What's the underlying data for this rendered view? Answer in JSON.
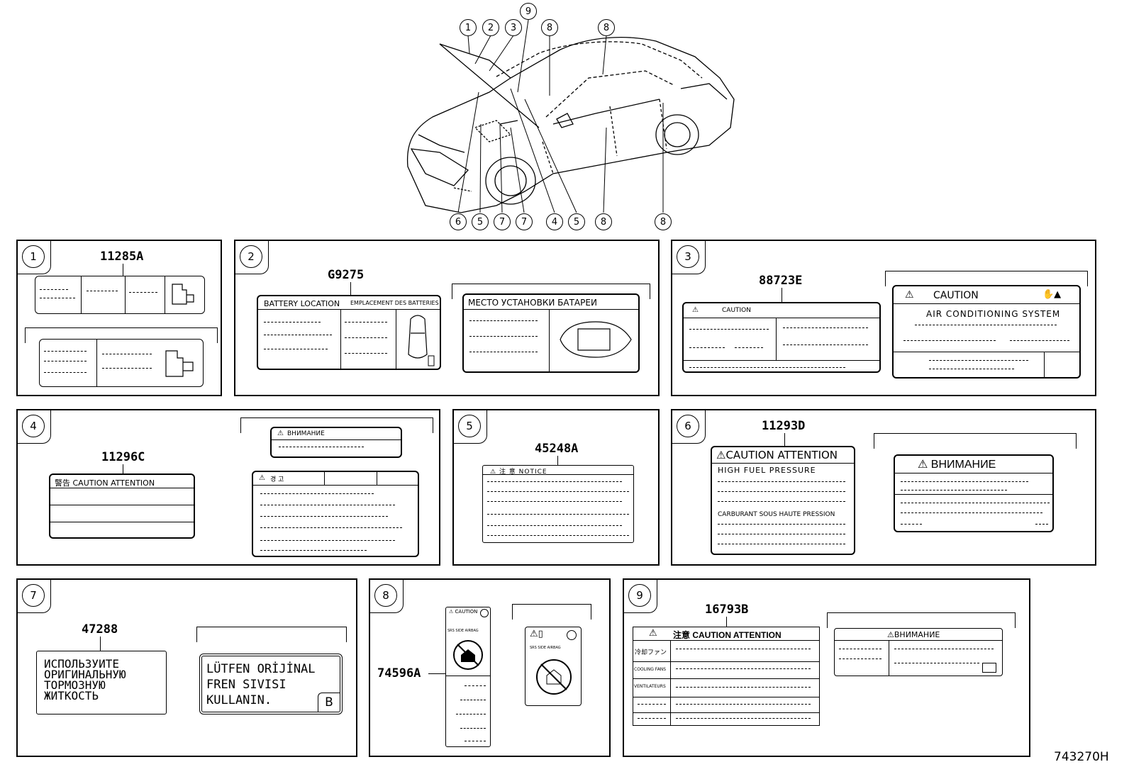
{
  "diagram_code": "743270H",
  "car_callouts": {
    "top": [
      "1",
      "2",
      "3",
      "9",
      "8",
      "8"
    ],
    "bottom": [
      "6",
      "5",
      "7",
      "7",
      "4",
      "5",
      "8",
      "8"
    ]
  },
  "panels": [
    {
      "num": "1",
      "part": "11285A"
    },
    {
      "num": "2",
      "part": "G9275",
      "label_a_title_en": "BATTERY LOCATION",
      "label_a_title_fr": "EMPLACEMENT DES BATTERIES",
      "label_b_title": "МЕСТО  УСТАНОВКИ  БАТАРЕИ"
    },
    {
      "num": "3",
      "part": "88723E",
      "label_a_title": "CAUTION",
      "label_b_title": "CAUTION",
      "label_b_sub": "AIR CONDITIONING SYSTEM"
    },
    {
      "num": "4",
      "part": "11296C",
      "label_a_title": "警告  CAUTION  ATTENTION",
      "label_b_title": "ВНИМАНИЕ",
      "label_c_title": "경 고"
    },
    {
      "num": "5",
      "part": "45248A",
      "label_a_title": "注 意 NOTICE"
    },
    {
      "num": "6",
      "part": "11293D",
      "label_a_title": "CAUTION  ATTENTION",
      "label_a_l1": "HIGH  FUEL  PRESSURE",
      "label_a_l2": "CARBURANT  SOUS  HAUTE  PRESSION",
      "label_b_title": "ВНИМАНИЕ"
    },
    {
      "num": "7",
      "part": "47288",
      "label_a_lines": [
        "ИСПОЛЬЗУИТЕ",
        "ОРИГИНАЛЬНУЮ",
        "ТОРМОЗНУЮ",
        "ЖИТКОСТЬ"
      ],
      "label_b_lines": [
        "LÜTFEN  ORİJİNAL",
        "FREN  SIVISI",
        "KULLANIN."
      ],
      "label_b_badge": "B"
    },
    {
      "num": "8",
      "part": "74596A",
      "label_a_title": "CAUTION",
      "label_a_sub": "SRS  SIDE  AIRBAG",
      "label_b_sub": "SRS SIDE AIRBAG"
    },
    {
      "num": "9",
      "part": "16793B",
      "label_a_title": "注意  CAUTION  ATTENTION",
      "label_a_r1": "冷却ファン",
      "label_a_r2": "COOLING FANS",
      "label_a_r3": "VENTILATEURS",
      "label_b_title": "ВНИМАНИЕ"
    }
  ]
}
